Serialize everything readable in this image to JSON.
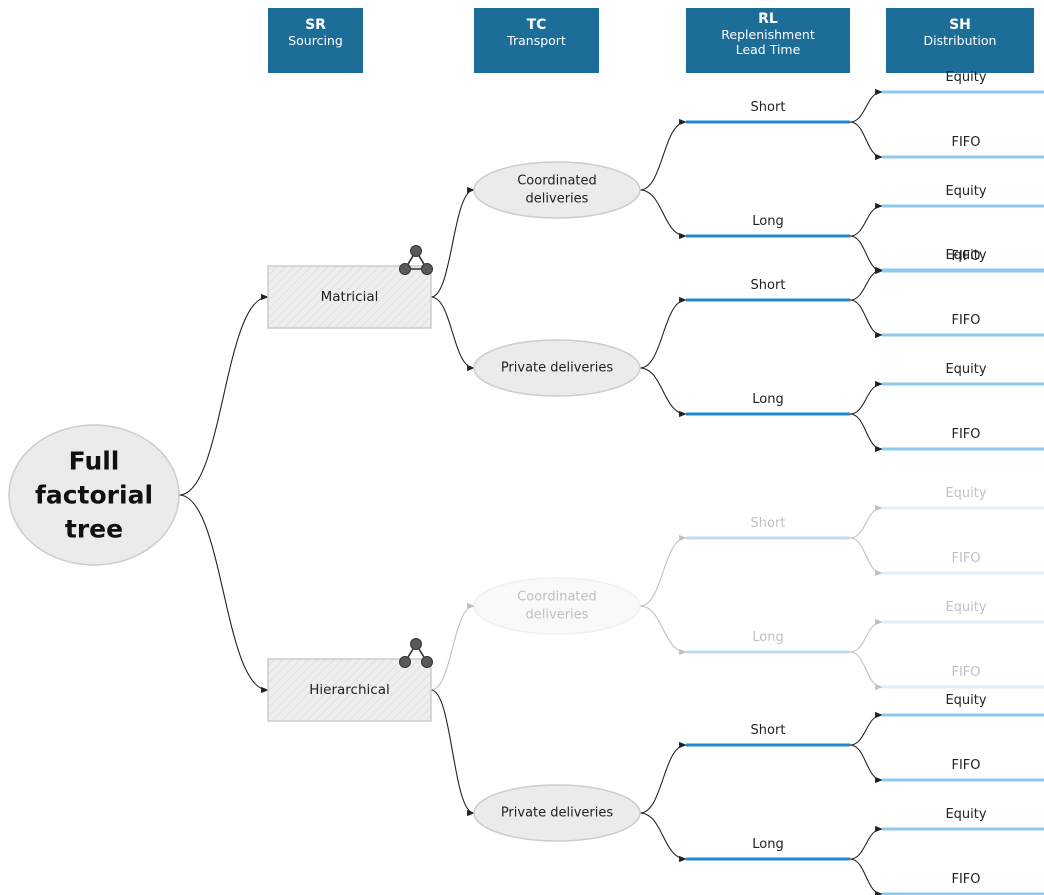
{
  "headers": [
    {
      "code": "SR",
      "name": "Sourcing"
    },
    {
      "code": "TC",
      "name": "Transport"
    },
    {
      "code": "RL",
      "name": "Replenishment Lead Time"
    },
    {
      "code": "SH",
      "name": "Distribution"
    }
  ],
  "root": {
    "lines": [
      "Full",
      "factorial",
      "tree"
    ]
  },
  "sourcing": [
    {
      "label": "Matricial",
      "icon": "triangle-network-icon",
      "transport": [
        {
          "lines": [
            "Coordinated",
            "deliveries"
          ],
          "faded": false
        },
        {
          "lines": [
            "Private deliveries"
          ],
          "faded": false
        }
      ]
    },
    {
      "label": "Hierarchical",
      "icon": "hierarchy-network-icon",
      "transport": [
        {
          "lines": [
            "Coordinated",
            "deliveries"
          ],
          "faded": true
        },
        {
          "lines": [
            "Private deliveries"
          ],
          "faded": false
        }
      ]
    }
  ],
  "lead_time_labels": [
    "Short",
    "Long"
  ],
  "distribution_labels": [
    "Equity",
    "FIFO"
  ],
  "colors": {
    "header": "#1c6e98",
    "lead_line": "#1e88d0",
    "dist_line": "#8ec8ee",
    "connector": "#222222",
    "node_fill": "#ebebeb",
    "node_stroke": "#c8cdd2"
  }
}
